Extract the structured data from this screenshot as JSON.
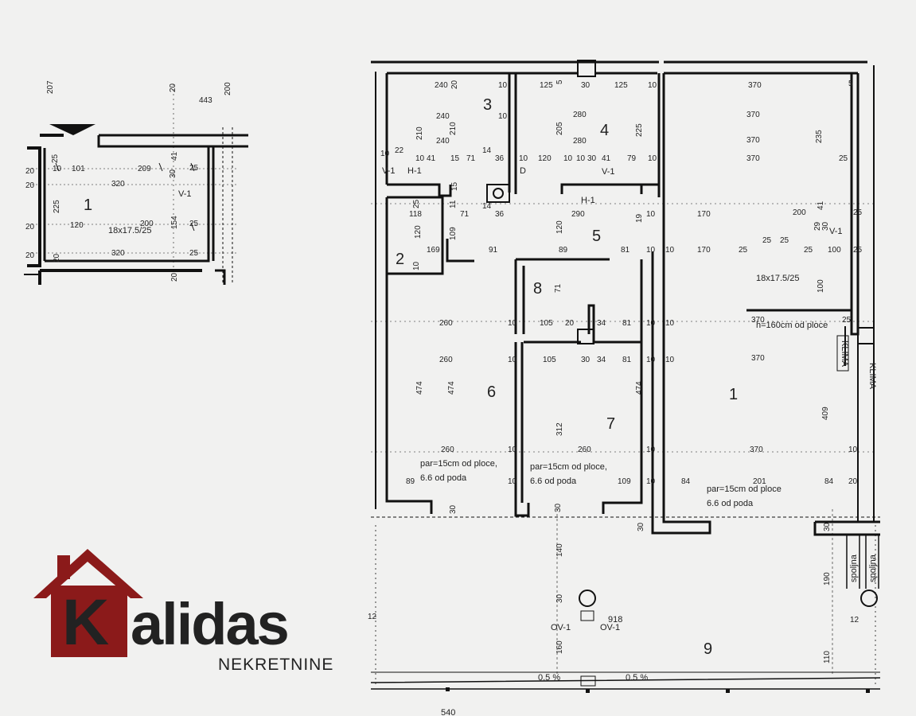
{
  "logo": {
    "letter": "K",
    "rest": "alidas",
    "subtitle": "NEKRETNINE",
    "brand_color": "#8b1a1a",
    "text_color": "#2b2b2b"
  },
  "inset": {
    "room_number": "1",
    "tile": "18x17.5/25",
    "window": "V-1",
    "dims": [
      "207",
      "20",
      "443",
      "200",
      "25",
      "10",
      "101",
      "209",
      "30",
      "41",
      "25",
      "20",
      "320",
      "225",
      "120",
      "200",
      "154",
      "25",
      "20",
      "320",
      "25",
      "20",
      "20",
      "20",
      "20"
    ]
  },
  "rooms": {
    "r1": "1",
    "r2": "2",
    "r3": "3",
    "r4": "4",
    "r5": "5",
    "r6": "6",
    "r7": "7",
    "r8": "8",
    "r9": "9"
  },
  "labels": {
    "v1_a": "V-1",
    "h1_a": "H-1",
    "door_d": "D",
    "v1_b": "V-1",
    "h1_b": "H-1",
    "v1_c": "V-1",
    "tile_main": "18x17.5/25",
    "h160": "h=160cm od ploce",
    "klima_1": "KLIMA",
    "klima_2": "KLIMA",
    "spoljna_1": "spoljna",
    "spoljna_2": "spoljna",
    "par1_a": "par=15cm od ploce,",
    "par1_b": "6.6 od poda",
    "par2_a": "par=15cm od ploce,",
    "par2_b": "6.6 od poda",
    "par3_a": "par=15cm od ploce",
    "par3_b": "6.6 od poda",
    "ov1_a": "OV-1",
    "ov1_b": "OV-1",
    "n918": "918",
    "slope1": "0.5 %",
    "slope2": "0.5 %",
    "n540": "540"
  },
  "dims": {
    "d1": "240",
    "d2": "20",
    "d3": "10",
    "d4": "125",
    "d5": "5",
    "d6": "30",
    "d7": "125",
    "d8": "10",
    "d9": "370",
    "d10": "5",
    "d11": "240",
    "d12": "210",
    "d13": "10",
    "d14": "280",
    "d15": "205",
    "d16": "225",
    "d17": "370",
    "d18": "240",
    "d19": "210",
    "d20": "280",
    "d21": "235",
    "d22": "370",
    "d23": "10",
    "d24": "22",
    "d25": "10",
    "d26": "41",
    "d27": "15",
    "d28": "71",
    "d29": "14",
    "d30": "36",
    "d31": "10",
    "d32": "120",
    "d33": "10",
    "d34": "10",
    "d35": "30",
    "d36": "41",
    "d37": "79",
    "d38": "10",
    "d39": "370",
    "d40": "25",
    "d41": "25",
    "d42": "11",
    "d43": "15",
    "d44": "14",
    "d45": "118",
    "d46": "71",
    "d47": "36",
    "d48": "290",
    "d49": "10",
    "d50": "170",
    "d51": "200",
    "d52": "41",
    "d53": "25",
    "d54": "120",
    "d55": "109",
    "d56": "120",
    "d57": "19",
    "d58": "29",
    "d59": "30",
    "d60": "25",
    "d61": "25",
    "d62": "169",
    "d63": "91",
    "d64": "89",
    "d65": "81",
    "d66": "10",
    "d67": "10",
    "d68": "170",
    "d69": "25",
    "d70": "25",
    "d71": "100",
    "d72": "25",
    "d73": "10",
    "d74": "71",
    "d75": "100",
    "d76": "370",
    "d77": "25",
    "d78": "260",
    "d79": "10",
    "d80": "105",
    "d81": "20",
    "d82": "34",
    "d83": "81",
    "d84": "10",
    "d85": "10",
    "d86": "260",
    "d87": "10",
    "d88": "105",
    "d89": "30",
    "d90": "34",
    "d91": "81",
    "d92": "10",
    "d93": "10",
    "d94": "370",
    "d95": "474",
    "d96": "474",
    "d97": "474",
    "d98": "409",
    "d99": "312",
    "d100": "260",
    "d101": "10",
    "d102": "260",
    "d103": "10",
    "d104": "370",
    "d105": "10",
    "d106": "89",
    "d107": "10",
    "d108": "109",
    "d109": "10",
    "d110": "84",
    "d111": "201",
    "d112": "84",
    "d113": "20",
    "d114": "30",
    "d115": "30",
    "d116": "30",
    "d117": "30",
    "d118": "140",
    "d119": "30",
    "d120": "160",
    "d121": "190",
    "d122": "110",
    "d123": "12",
    "d124": "12"
  }
}
